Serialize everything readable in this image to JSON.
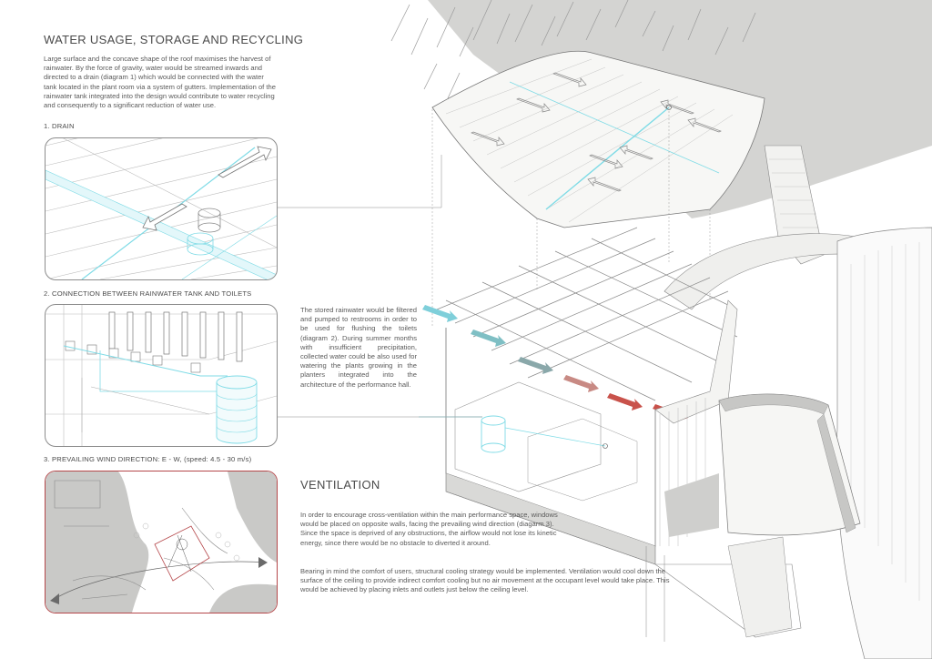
{
  "water": {
    "title": "WATER USAGE, STORAGE AND RECYCLING",
    "intro": "Large surface and the concave shape of the roof maximises the harvest of rainwater. By the force of gravity, water would be streamed inwards and directed to a drain (diagram 1) which would be connected with the water tank located in the plant room via a system of gutters. Implementation of the rainwater tank integrated into the design would contribute to water recycling and consequently to a significant reduction of water use.",
    "diagram1_caption": "1. DRAIN",
    "diagram2_caption": "2. CONNECTION BETWEEN RAINWATER TANK AND TOILETS",
    "diagram3_caption": "3. PREVAILING WIND DIRECTION: E - W, (speed: 4.5 - 30 m/s)",
    "stored_text": "The stored rainwater would be filtered and pumped to restrooms in order to be used for flushing the toilets (diagram 2). During summer months with insufficient precipitation, collected water could be also used for watering the plants growing in the planters integrated into the architecture of the performance hall."
  },
  "ventilation": {
    "title": "VENTILATION",
    "para1": "In order to encourage cross-ventilation within the main performance space, windows would be placed on opposite walls, facing the prevailing wind direction (diagarm 3). Since the space is deprived of any obstructions, the airflow would not lose its kinetic energy, since there would be no obstacle to diverted it around.",
    "para2": "Bearing in mind the comfort of users, structural cooling strategy would be implemented. Ventilation would cool down the surface of the ceiling to provide indirect comfort cooling but no air movement at the occupant level would take place. This would be achieved by placing inlets and outlets just below the ceiling level."
  },
  "colors": {
    "water": "#7fdbe6",
    "warm_air": "#c9524b",
    "cool_air": "#5fa9ad",
    "panel_border": "#8c8c8c",
    "panel3_border": "#b5474a"
  }
}
